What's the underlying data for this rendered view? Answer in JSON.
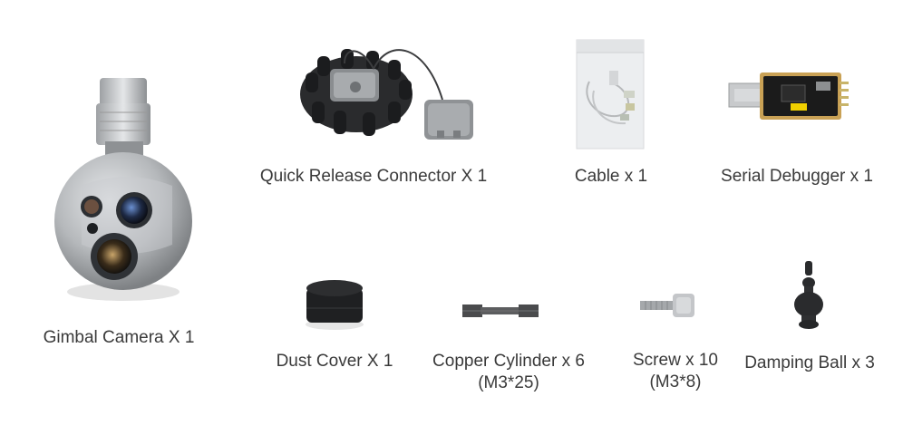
{
  "items": {
    "gimbal_camera": {
      "label": "Gimbal Camera X 1"
    },
    "quick_release": {
      "label": "Quick Release Connector X 1"
    },
    "cable": {
      "label": "Cable x 1"
    },
    "serial_debugger": {
      "label": "Serial Debugger x 1"
    },
    "dust_cover": {
      "label": "Dust Cover X 1"
    },
    "copper_cylinder": {
      "label": "Copper Cylinder x 6",
      "sub": "(M3*25)"
    },
    "screw": {
      "label": "Screw x 10",
      "sub": "(M3*8)"
    },
    "damping_ball": {
      "label": "Damping Ball x 3"
    }
  }
}
